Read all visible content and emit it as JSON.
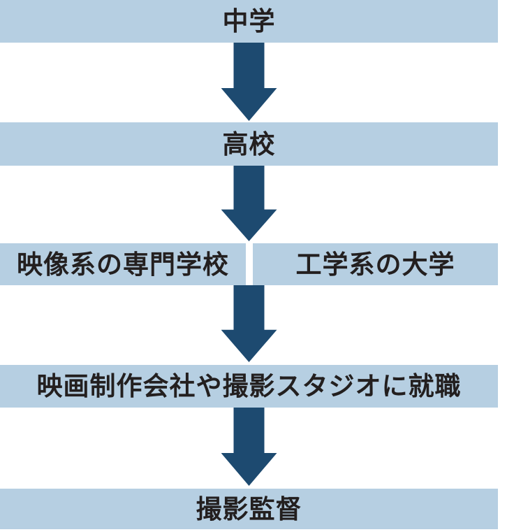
{
  "diagram": {
    "name": "cinematographer-career-path-flowchart",
    "type": "vertical-flowchart",
    "colors": {
      "page_bg": "#ffffff",
      "bar_bg": "#b6cfe2",
      "arrow": "#1d4a70",
      "text": "#231f1f"
    },
    "steps": [
      {
        "label": "中学"
      },
      {
        "label": "高校"
      },
      {
        "branch": [
          "映像系の専門学校",
          "工学系の大学"
        ]
      },
      {
        "label": "映画制作会社や撮影スタジオに就職"
      },
      {
        "label": "撮影監督"
      }
    ],
    "arrow_count": 4,
    "arrow_direction": "down"
  }
}
